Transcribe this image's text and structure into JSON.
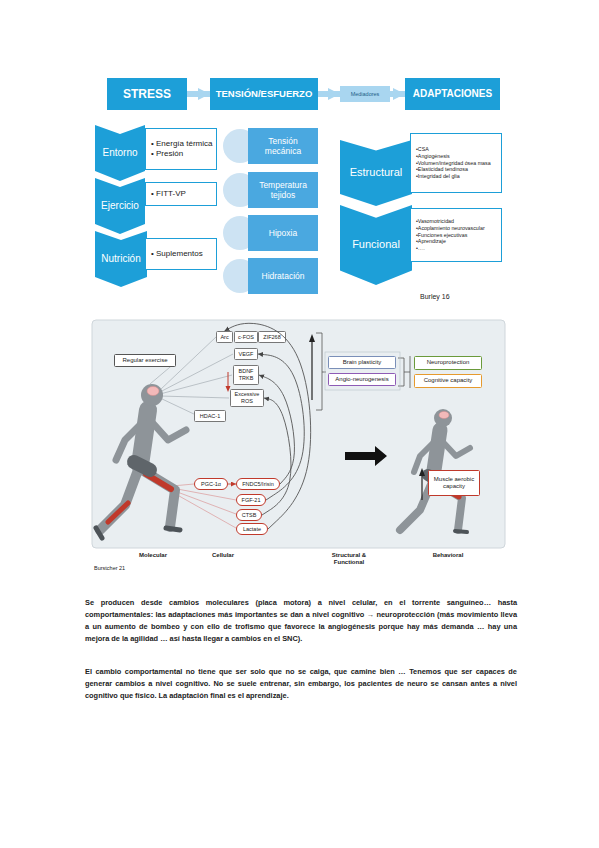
{
  "diagram": {
    "nodes": [
      {
        "text": [
          "STRESS"
        ]
      },
      {
        "text": [
          "TENSIÓN/ESFUERZO"
        ]
      },
      {
        "text": [
          "Mediadores"
        ]
      },
      {
        "text": [
          "ADAPTACIONES"
        ]
      },
      {
        "text": [
          "Entorno"
        ]
      },
      {
        "text": [
          "• Energía térmica",
          "• Presión"
        ]
      },
      {
        "text": [
          "Ejercicio"
        ]
      },
      {
        "text": [
          "• FITT-VP"
        ]
      },
      {
        "text": [
          "Nutrición"
        ]
      },
      {
        "text": [
          "• Suplementos"
        ]
      },
      {
        "text": [
          "Tensión mecánica"
        ]
      },
      {
        "text": [
          "Temperatura tejidos"
        ]
      },
      {
        "text": [
          "Hipoxia"
        ]
      },
      {
        "text": [
          "Hidratación"
        ]
      },
      {
        "text": [
          "Estructural"
        ]
      },
      {
        "text": [
          "•CSA",
          "•Angiogénesis",
          "•Volumen/integridad ósea masa",
          "•Elasticidad tendinosa",
          "•Integridad del glia"
        ]
      },
      {
        "text": [
          "Funcional"
        ]
      },
      {
        "text": [
          "•Vasomotricidad",
          "•Acoplamiento neurovascular",
          "•Funciones ejecutivas",
          "•Aprendizaje",
          "•…."
        ]
      },
      {
        "text": [
          "Regular exercise"
        ]
      },
      {
        "text": [
          "Arc"
        ]
      },
      {
        "text": [
          "c-FOS"
        ]
      },
      {
        "text": [
          "ZIF268"
        ]
      },
      {
        "text": [
          "VEGF"
        ]
      },
      {
        "text": [
          "BDNF",
          "TRKB"
        ]
      },
      {
        "text": [
          "Excessive ROS"
        ]
      },
      {
        "text": [
          "HDAC-1"
        ]
      },
      {
        "text": [
          "Brain plasticity"
        ]
      },
      {
        "text": [
          "Angio-neurogenesis"
        ]
      },
      {
        "text": [
          "Neuroprotection"
        ]
      },
      {
        "text": [
          "Cognitive capacity"
        ]
      },
      {
        "text": [
          "PGC-1α"
        ]
      },
      {
        "text": [
          "FNDC5/Irisin"
        ]
      },
      {
        "text": [
          "FGF-21"
        ]
      },
      {
        "text": [
          "CTSB"
        ]
      },
      {
        "text": [
          "Lactate"
        ]
      },
      {
        "text": [
          "Muscle aerobic capacity"
        ]
      }
    ],
    "edges": [
      {
        "from": 0,
        "to": 1,
        "arrow": "to"
      },
      {
        "from": 1,
        "to": 2,
        "arrow": "to"
      },
      {
        "from": 2,
        "to": 3,
        "arrow": "to"
      },
      {
        "from": 30,
        "to": 31,
        "arrow": "to"
      },
      {
        "from": 31,
        "to": 23,
        "arrow": "to"
      },
      {
        "from": 32,
        "to": 22,
        "arrow": "to"
      },
      {
        "from": 33,
        "to": 24,
        "arrow": "to"
      },
      {
        "from": 34,
        "to": 19,
        "arrow": "to"
      }
    ],
    "labels": [
      "Burley 16",
      "Molecular",
      "Cellular",
      "Structural & Functional",
      "Behavioral",
      "Burstcher 21",
      "Se producen desde cambios moleculares (placa motora) a nivel celular, en el torrente sanguíneo… hasta comportamentales: las adaptaciones más importantes se dan a nivel cognitivo → neuroprotección (más movimiento lleva a un aumento de bombeo y con ello de trofismo que favorece la angiogénesis porque hay más demanda … hay una mejora de la agilidad … así hasta llegar a cambios en el SNC).",
      "El cambio comportamental no tiene que ser solo que no se caiga, que camine bien … Tenemos que ser capaces de generar cambios a nivel cognitivo. No se suele entrenar, sin embargo, los pacientes de neuro se cansan antes a nivel cognitivo que físico. La adaptación final es el aprendizaje."
    ]
  }
}
